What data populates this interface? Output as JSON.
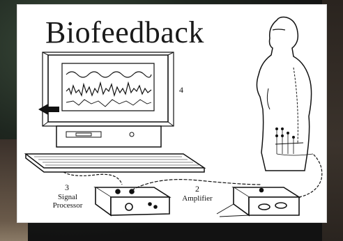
{
  "diagram": {
    "title": "Biofeedback",
    "labels": {
      "monitor_number": "4",
      "processor_number": "3",
      "processor_line1": "Signal",
      "processor_line2": "Processor",
      "amplifier_number": "2",
      "amplifier_name": "Amplifier"
    }
  },
  "colors": {
    "ink": "#111111",
    "card": "#ffffff"
  }
}
